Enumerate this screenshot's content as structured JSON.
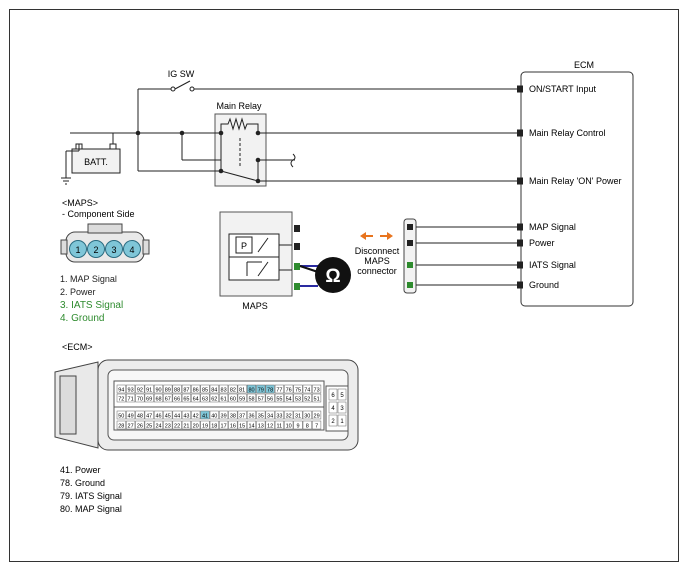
{
  "ecm_box": {
    "title": "ECM",
    "pins": [
      "ON/START Input",
      "Main Relay Control",
      "Main Relay 'ON' Power",
      "MAP Signal",
      "Power",
      "IATS Signal",
      "Ground"
    ]
  },
  "ig_switch": {
    "label": "IG SW"
  },
  "main_relay": {
    "label": "Main Relay"
  },
  "battery": {
    "label": "BATT."
  },
  "maps_connector": {
    "title": "<MAPS>",
    "subtitle": "- Component Side",
    "pin_numbers": [
      "1",
      "2",
      "3",
      "4"
    ],
    "legend": [
      "1. MAP Signal",
      "2. Power",
      "3. IATS Signal",
      "4. Ground"
    ],
    "colors": {
      "normal": "#222222",
      "highlight": "#2e8b2e"
    }
  },
  "maps_sensor": {
    "label": "MAPS",
    "p_label": "P"
  },
  "ohmmeter": {
    "symbol": "Ω"
  },
  "disconnect_note": {
    "lines": [
      "Disconnect",
      "MAPS",
      "connector"
    ]
  },
  "ecm_connector": {
    "title": "<ECM>",
    "row1": [
      "94",
      "93",
      "92",
      "91",
      "90",
      "89",
      "88",
      "87",
      "86",
      "85",
      "84",
      "83",
      "82",
      "81",
      "80",
      "79",
      "78",
      "77",
      "76",
      "75",
      "74",
      "73"
    ],
    "row2": [
      "72",
      "71",
      "70",
      "69",
      "68",
      "67",
      "66",
      "65",
      "64",
      "63",
      "62",
      "61",
      "60",
      "59",
      "58",
      "57",
      "56",
      "55",
      "54",
      "53",
      "52",
      "51"
    ],
    "row3": [
      "50",
      "49",
      "48",
      "47",
      "46",
      "45",
      "44",
      "43",
      "42",
      "41",
      "40",
      "39",
      "38",
      "37",
      "36",
      "35",
      "34",
      "33",
      "32",
      "31",
      "30",
      "29"
    ],
    "row4": [
      "28",
      "27",
      "26",
      "25",
      "24",
      "23",
      "22",
      "21",
      "20",
      "19",
      "18",
      "17",
      "16",
      "15",
      "14",
      "13",
      "12",
      "11",
      "10",
      "9",
      "8",
      "7"
    ],
    "side_pins": [
      "6",
      "5",
      "4",
      "3",
      "2",
      "1"
    ],
    "highlighted": [
      "80",
      "79",
      "78",
      "41"
    ],
    "legend": [
      "41. Power",
      "78. Ground",
      "79. IATS Signal",
      "80. MAP Signal"
    ]
  },
  "colors": {
    "wire": "#222222",
    "arrow": "#e8741e",
    "highlight_pin": "#7fc6d8",
    "green": "#2e8b2e",
    "blue_wire": "#2a2aa0"
  }
}
